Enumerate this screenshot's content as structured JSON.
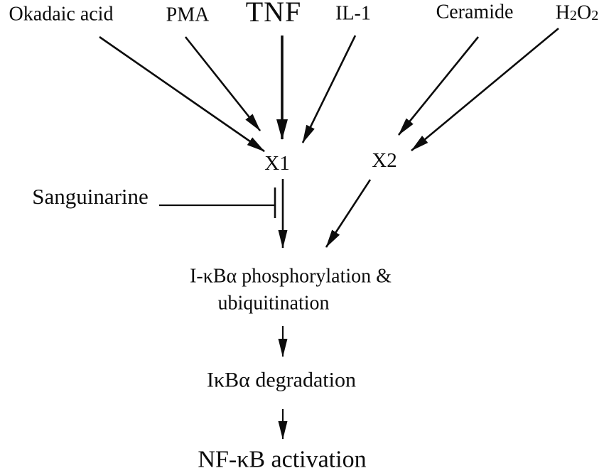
{
  "diagram": {
    "background": "#ffffff",
    "ink": "#0c0c0c",
    "stimuli": {
      "okadaic_acid": "Okadaic acid",
      "pma": "PMA",
      "tnf": "TNF",
      "il1": "IL-1",
      "ceramide": "Ceramide",
      "h2o2_parts": [
        "H",
        "2",
        "O",
        "2"
      ]
    },
    "intermediates": {
      "x1": "X1",
      "x2": "X2"
    },
    "inhibitor": "Sanguinarine",
    "steps": {
      "phospho_line1": "I-κBα phosphorylation &",
      "phospho_line2": "ubiquitination",
      "degradation": "IκBα degradation",
      "activation": "NF-κB activation"
    },
    "edges": [
      {
        "from": "Okadaic acid",
        "to": "X1",
        "type": "activation"
      },
      {
        "from": "PMA",
        "to": "X1",
        "type": "activation"
      },
      {
        "from": "TNF",
        "to": "X1",
        "type": "activation"
      },
      {
        "from": "IL-1",
        "to": "X1",
        "type": "activation"
      },
      {
        "from": "Ceramide",
        "to": "X2",
        "type": "activation"
      },
      {
        "from": "H2O2",
        "to": "X2",
        "type": "activation"
      },
      {
        "from": "X1",
        "to": "I-κBα phosphorylation & ubiquitination",
        "type": "activation"
      },
      {
        "from": "X2",
        "to": "I-κBα phosphorylation & ubiquitination",
        "type": "activation"
      },
      {
        "from": "Sanguinarine",
        "to": "X1 → I-κBα phosphorylation arrow",
        "type": "inhibition"
      },
      {
        "from": "I-κBα phosphorylation & ubiquitination",
        "to": "IκBα degradation",
        "type": "activation"
      },
      {
        "from": "IκBα degradation",
        "to": "NF-κB activation",
        "type": "activation"
      }
    ]
  }
}
